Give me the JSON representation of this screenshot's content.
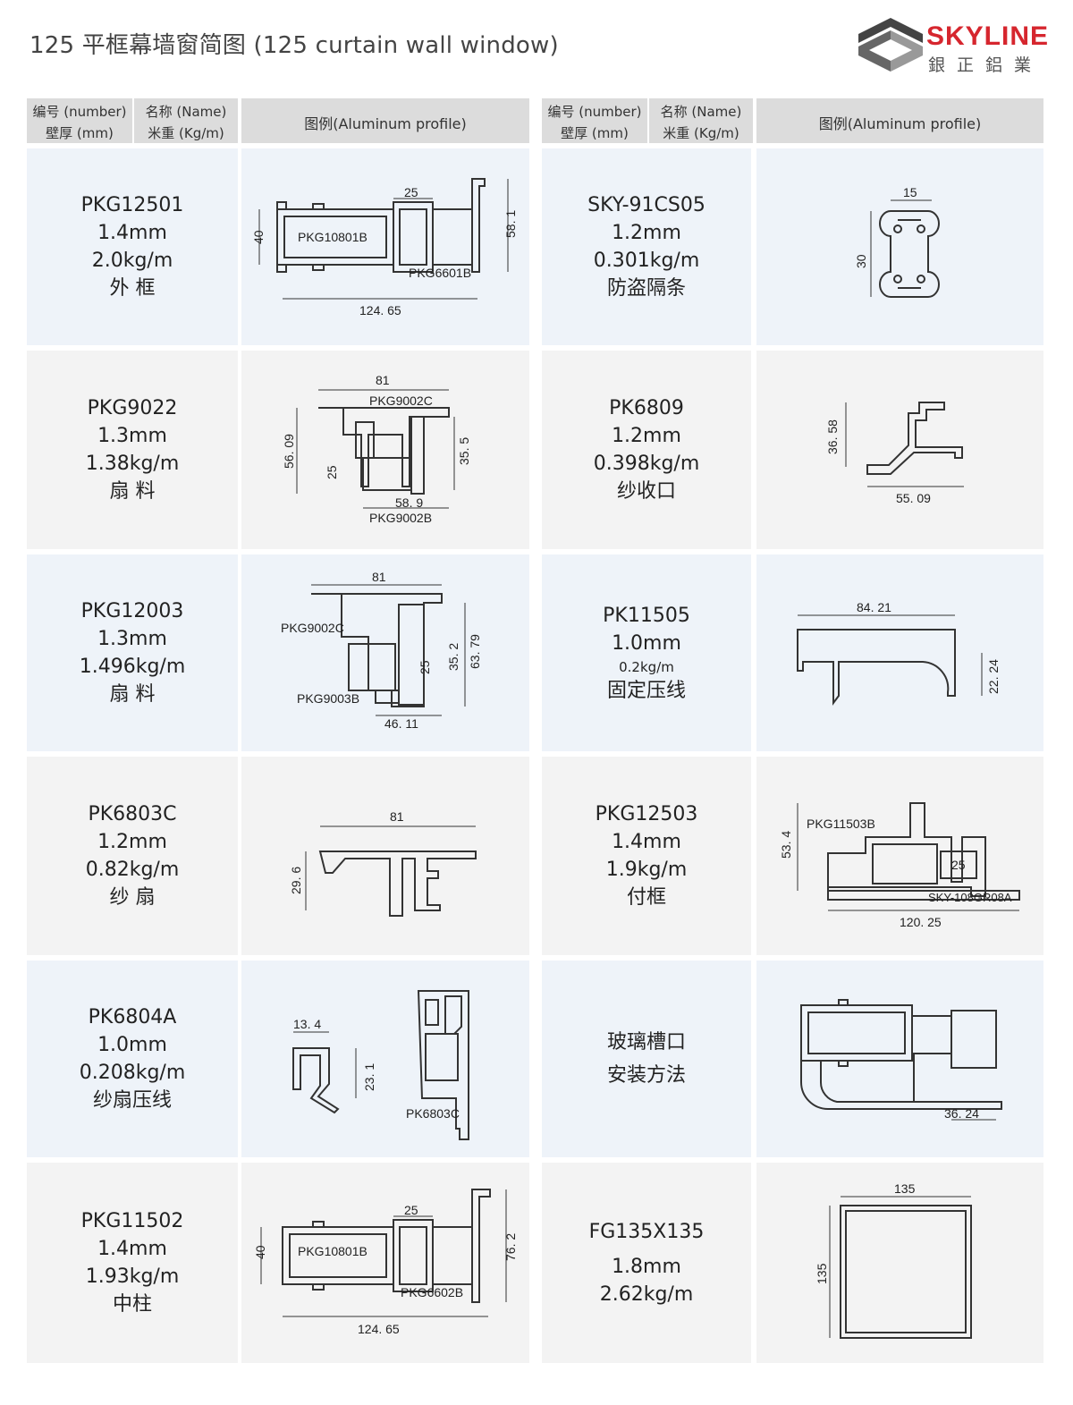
{
  "page_title": "125 平框幕墙窗简图 (125 curtain wall window)",
  "logo": {
    "brand": "SKYLINE",
    "sub": "銀正鋁業"
  },
  "header": {
    "number_label": "编号 (number)",
    "thickness_label": "壁厚 (mm)",
    "name_label": "名称 (Name)",
    "weight_label": "米重 (Kg/m)",
    "figure_label": "图例(Aluminum profile)"
  },
  "left_rows": [
    {
      "code": "PKG12501",
      "thickness": "1.4mm",
      "weight": "2.0kg/m",
      "name": "外 框",
      "dims": {
        "width": "124. 65",
        "height": "40",
        "right": "58. 1",
        "inner": "25",
        "part_a": "PKG10801B",
        "part_b": "PKG6601B"
      }
    },
    {
      "code": "PKG9022",
      "thickness": "1.3mm",
      "weight": "1.38kg/m",
      "name": "扇 料",
      "dims": {
        "top": "81",
        "left": "56. 09",
        "inner": "25",
        "right": "35. 5",
        "bottom": "58. 9",
        "part_a": "PKG9002C",
        "part_b": "PKG9002B"
      }
    },
    {
      "code": "PKG12003",
      "thickness": "1.3mm",
      "weight": "1.496kg/m",
      "name": "扇 料",
      "dims": {
        "top": "81",
        "inner": "25",
        "mid": "35. 2",
        "right": "63. 79",
        "bottom": "46. 11",
        "part_a": "PKG9002C",
        "part_b": "PKG9003B"
      }
    },
    {
      "code": "PK6803C",
      "thickness": "1.2mm",
      "weight": "0.82kg/m",
      "name": "纱 扇",
      "dims": {
        "top": "81",
        "left": "29. 6"
      }
    },
    {
      "code": "PK6804A",
      "thickness": "1.0mm",
      "weight": "0.208kg/m",
      "name": "纱扇压线",
      "dims": {
        "top": "13. 4",
        "right": "23. 1",
        "part_a": "PK6803C"
      }
    },
    {
      "code": "PKG11502",
      "thickness": "1.4mm",
      "weight": "1.93kg/m",
      "name": "中柱",
      "dims": {
        "width": "124. 65",
        "height": "40",
        "right": "76. 2",
        "inner": "25",
        "part_a": "PKG10801B",
        "part_b": "PKG6602B"
      }
    }
  ],
  "right_rows": [
    {
      "code": "SKY-91CS05",
      "thickness": "1.2mm",
      "weight": "0.301kg/m",
      "name": "防盗隔条",
      "dims": {
        "top": "15",
        "left": "30"
      }
    },
    {
      "code": "PK6809",
      "thickness": "1.2mm",
      "weight": "0.398kg/m",
      "name": "纱收口",
      "dims": {
        "left": "36. 58",
        "bottom": "55. 09"
      }
    },
    {
      "code": "PK11505",
      "thickness": "1.0mm",
      "weight": "0.2kg/m",
      "name": "固定压线",
      "dims": {
        "top": "84. 21",
        "right": "22. 24"
      }
    },
    {
      "code": "PKG12503",
      "thickness": "1.4mm",
      "weight": "1.9kg/m",
      "name": "付框",
      "dims": {
        "left": "53. 4",
        "inner": "25",
        "bottom": "120. 25",
        "part_a": "PKG11503B",
        "part_b": "SKY-108GR08A"
      }
    },
    {
      "code": "",
      "thickness": "",
      "weight": "",
      "name": "",
      "title1": "玻璃槽口",
      "title2": "安装方法",
      "dims": {
        "bottom": "36. 24"
      }
    },
    {
      "code": "FG135X135",
      "thickness": "1.8mm",
      "weight": "2.62kg/m",
      "name": "",
      "dims": {
        "top": "135",
        "left": "135"
      }
    }
  ],
  "colors": {
    "header_bg": "#dcdcdc",
    "row_blue": "#eef3f9",
    "row_gray": "#f3f3f3",
    "brand_red": "#d6262e"
  }
}
